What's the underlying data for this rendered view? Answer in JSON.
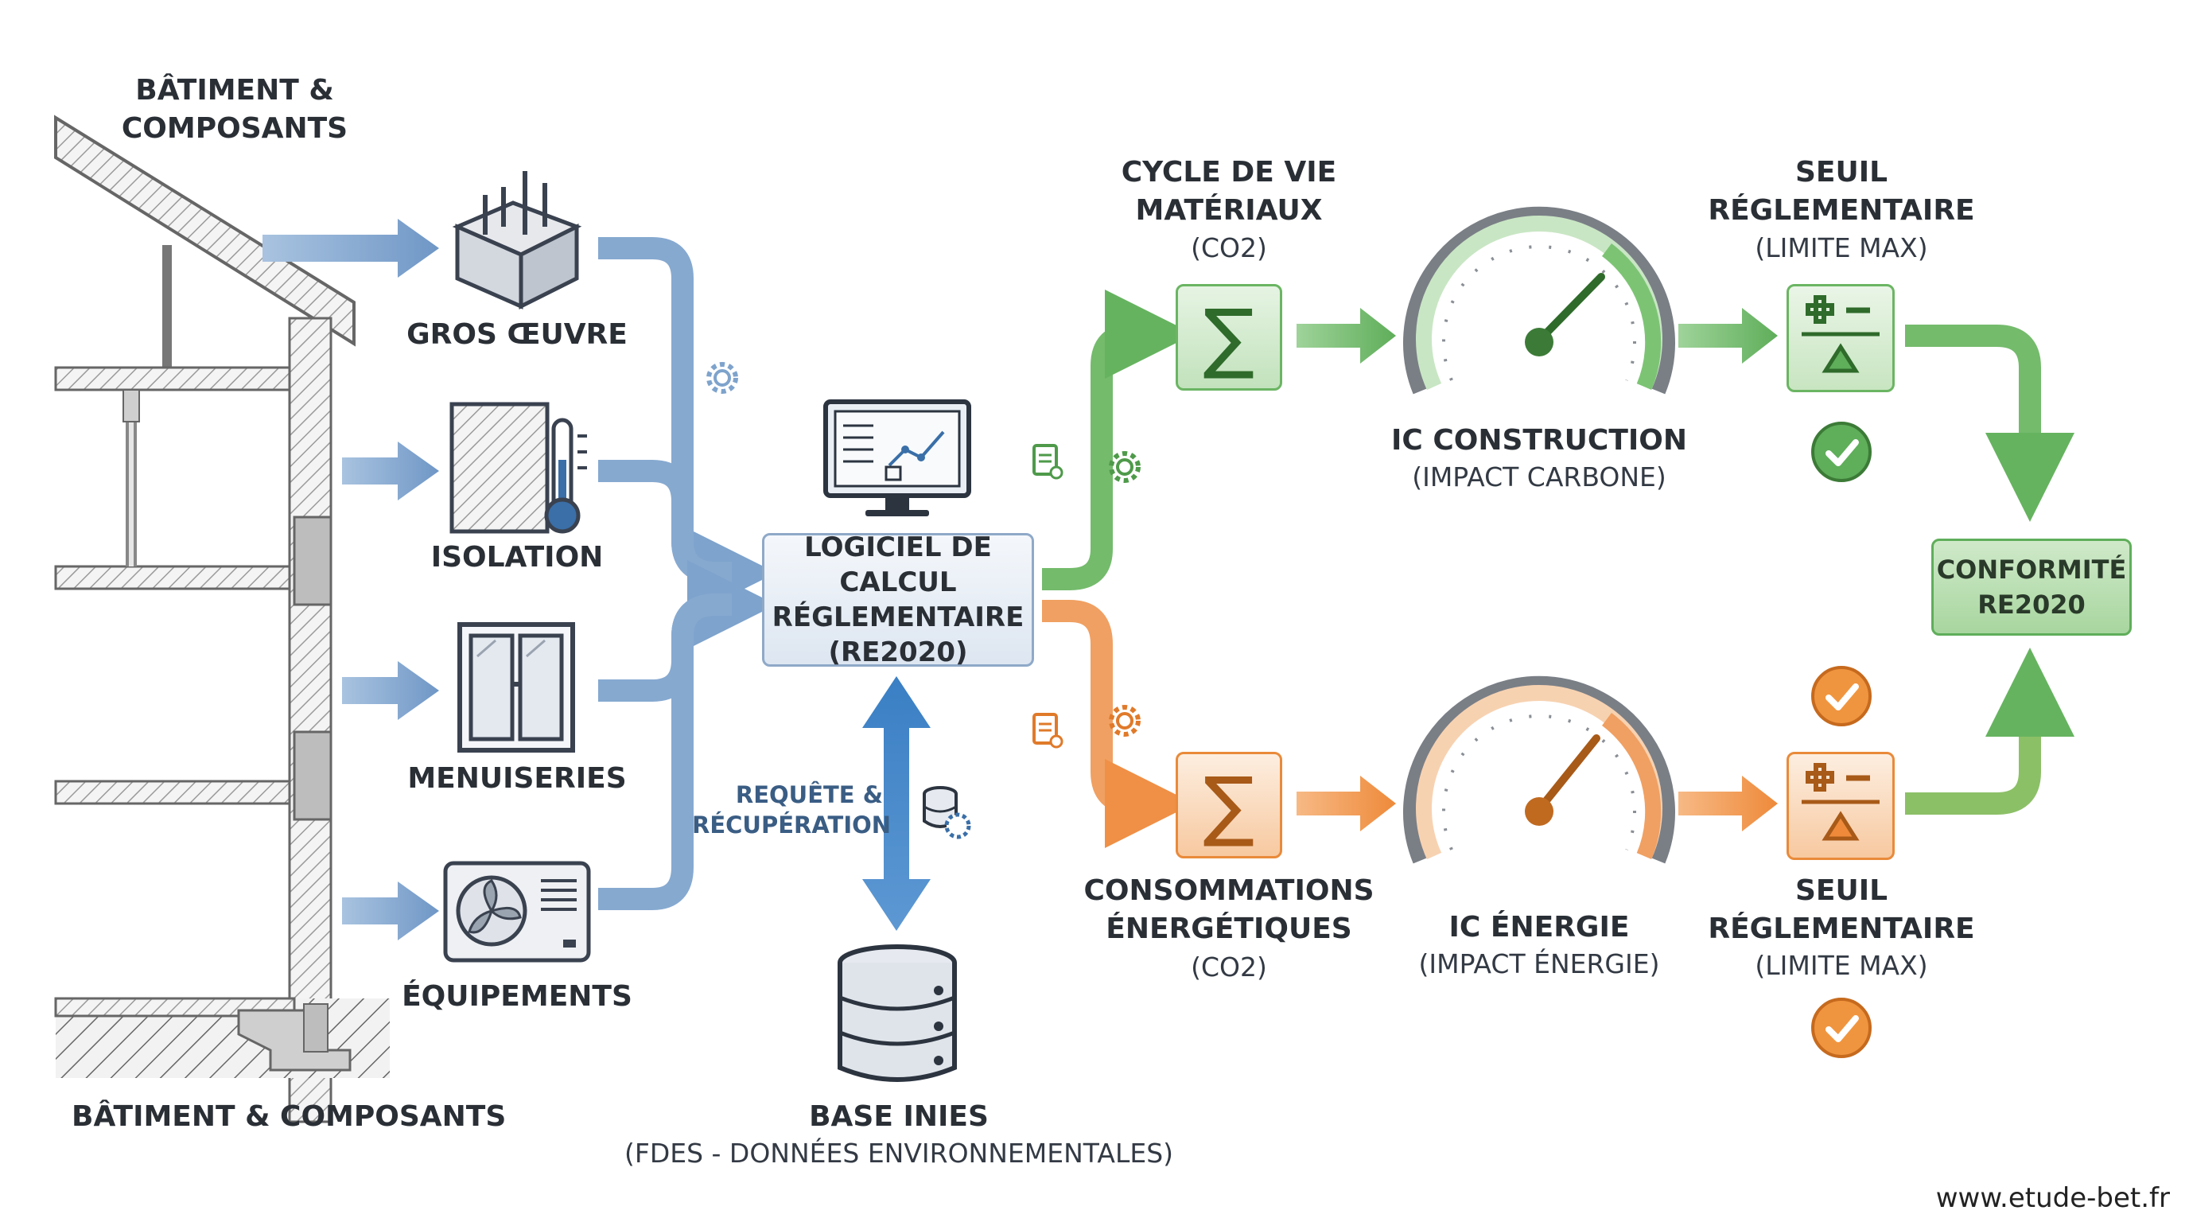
{
  "building": {
    "title_top": [
      "BÂTIMENT &",
      "COMPOSANTS"
    ],
    "title_bottom": "BÂTIMENT & COMPOSANTS"
  },
  "components": [
    {
      "label": "GROS ŒUVRE",
      "icon": "concrete-block-icon"
    },
    {
      "label": "ISOLATION",
      "icon": "insulation-thermometer-icon"
    },
    {
      "label": "MENUISERIES",
      "icon": "window-icon"
    },
    {
      "label": "ÉQUIPEMENTS",
      "icon": "heat-pump-icon"
    }
  ],
  "software": {
    "lines": [
      "LOGICIEL DE CALCUL",
      "RÉGLEMENTAIRE",
      "(RE2020)"
    ],
    "icon": "computer-monitor-icon"
  },
  "query": {
    "lines": [
      "REQUÊTE &",
      "RÉCUPÉRATION"
    ],
    "icon": "database-gear-icon"
  },
  "database": {
    "title": "BASE INIES",
    "subtitle": "(FDES - DONNÉES ENVIRONNEMENTALES)",
    "icon": "database-icon"
  },
  "carbon": {
    "sum_title": [
      "CYCLE DE VIE",
      "MATÉRIAUX"
    ],
    "sum_sub": "(CO2)",
    "gauge_title": "IC CONSTRUCTION",
    "gauge_sub": "(IMPACT CARBONE)",
    "threshold_title": [
      "SEUIL",
      "RÉGLEMENTAIRE"
    ],
    "threshold_sub": "(LIMITE MAX)",
    "color": "#5fae5a"
  },
  "energy": {
    "sum_title": [
      "CONSOMMATIONS",
      "ÉNERGÉTIQUES"
    ],
    "sum_sub": "(CO2)",
    "gauge_title": "IC ÉNERGIE",
    "gauge_sub": "(IMPACT ÉNERGIE)",
    "threshold_title": [
      "SEUIL",
      "RÉGLEMENTAIRE"
    ],
    "threshold_sub": "(LIMITE MAX)",
    "color": "#ee8a3a"
  },
  "conformity": {
    "lines": [
      "CONFORMITÉ",
      "RE2020"
    ]
  },
  "footer": {
    "url": "www.etude-bet.fr"
  },
  "colors": {
    "blue": "#7ea3cc",
    "green": "#5fae5a",
    "orange": "#ee8a3a",
    "text": "#2a2f36"
  }
}
